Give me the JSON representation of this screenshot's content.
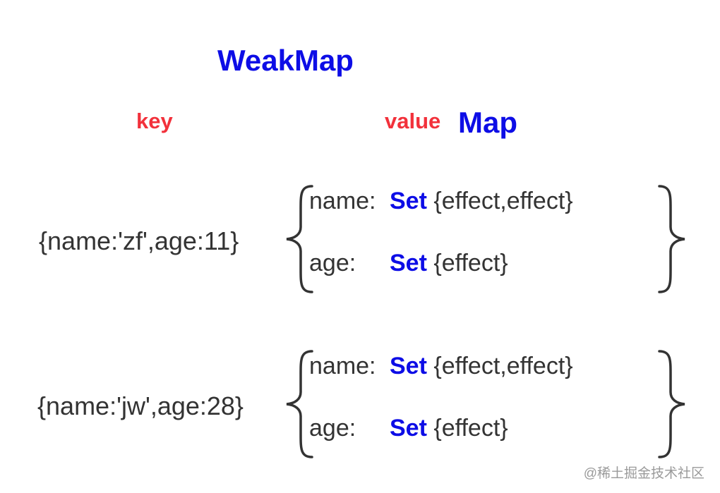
{
  "title": "WeakMap",
  "headers": {
    "key": "key",
    "value": "value",
    "value_type": "Map"
  },
  "entries": [
    {
      "key": "{name:'zf',age:11}",
      "rows": [
        {
          "label": "name:",
          "type": "Set",
          "value": "{effect,effect}"
        },
        {
          "label": "age:",
          "type": "Set",
          "value": "{effect}"
        }
      ]
    },
    {
      "key": "{name:'jw',age:28}",
      "rows": [
        {
          "label": "name:",
          "type": "Set",
          "value": "{effect,effect}"
        },
        {
          "label": "age:",
          "type": "Set",
          "value": "{effect}"
        }
      ]
    }
  ],
  "watermark": "@稀土掘金技术社区",
  "colors": {
    "accent_blue": "#0d0de6",
    "accent_red": "#f2313b",
    "text": "#333333",
    "brace": "#333333"
  }
}
